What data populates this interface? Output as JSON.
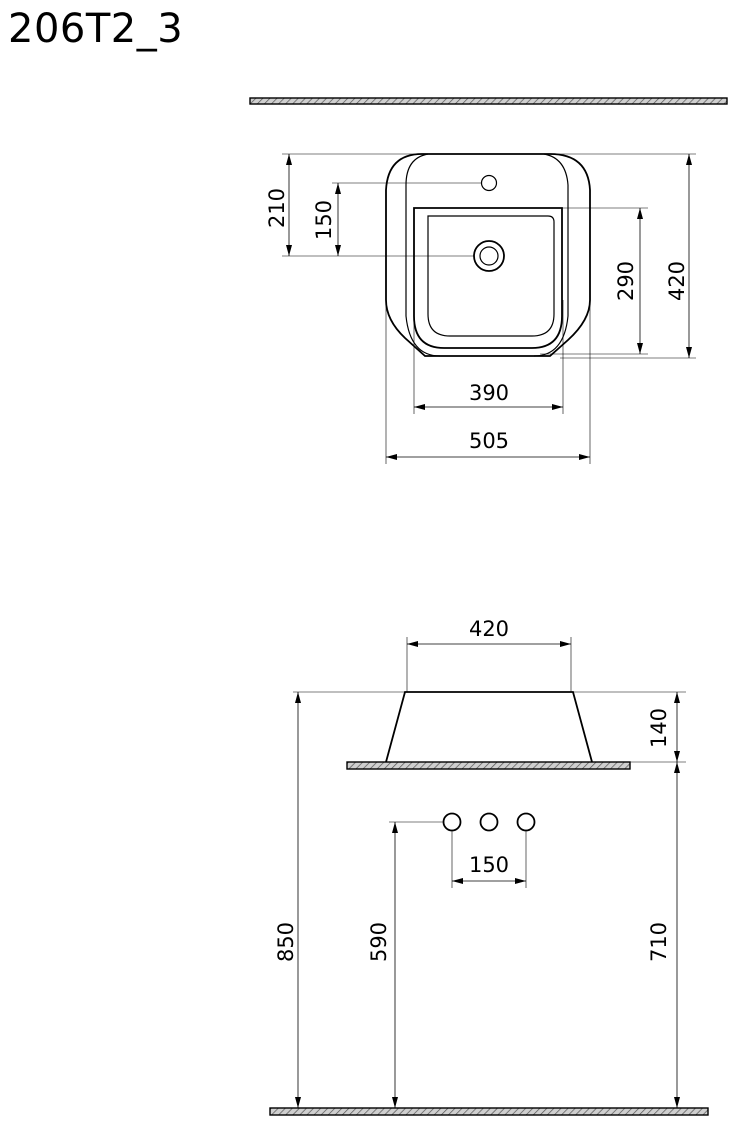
{
  "title": "206T2_3",
  "top_view": {
    "dim_210": "210",
    "dim_150": "150",
    "dim_290": "290",
    "dim_420": "420",
    "dim_390": "390",
    "dim_505": "505"
  },
  "side_view": {
    "dim_420": "420",
    "dim_140": "140",
    "dim_150": "150",
    "dim_850": "850",
    "dim_590": "590",
    "dim_710": "710"
  }
}
